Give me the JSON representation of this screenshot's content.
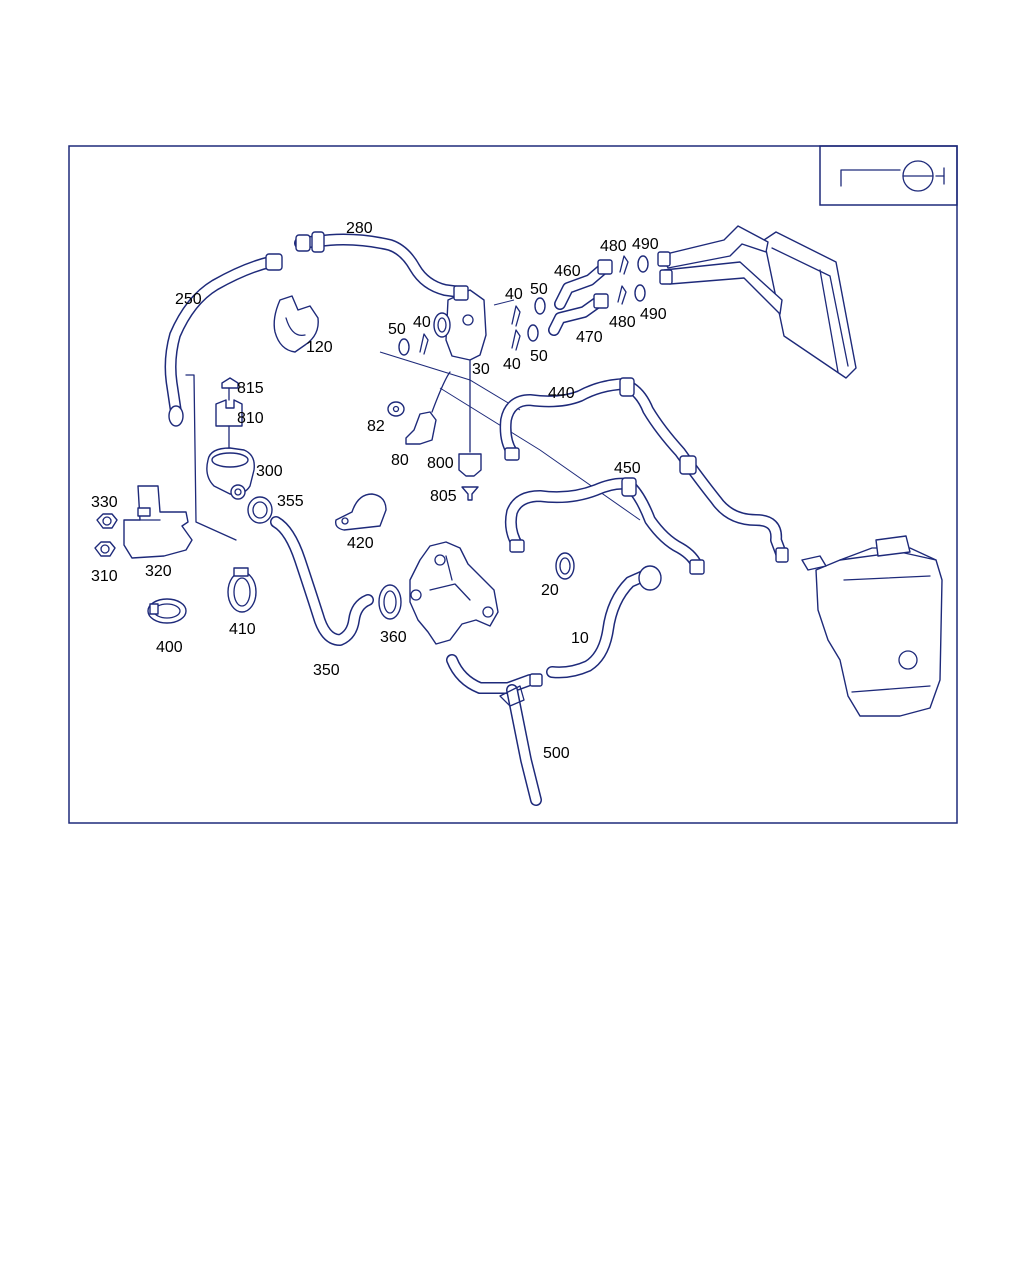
{
  "callouts": [
    {
      "id": "c280",
      "text": "280"
    },
    {
      "id": "c250",
      "text": "250"
    },
    {
      "id": "c120",
      "text": "120"
    },
    {
      "id": "c815",
      "text": "815"
    },
    {
      "id": "c810",
      "text": "810"
    },
    {
      "id": "c300",
      "text": "300"
    },
    {
      "id": "c355",
      "text": "355"
    },
    {
      "id": "c330",
      "text": "330"
    },
    {
      "id": "c310",
      "text": "310"
    },
    {
      "id": "c320",
      "text": "320"
    },
    {
      "id": "c400",
      "text": "400"
    },
    {
      "id": "c410",
      "text": "410"
    },
    {
      "id": "c350",
      "text": "350"
    },
    {
      "id": "c420",
      "text": "420"
    },
    {
      "id": "c360",
      "text": "360"
    },
    {
      "id": "c50a",
      "text": "50"
    },
    {
      "id": "c40a",
      "text": "40"
    },
    {
      "id": "c30",
      "text": "30"
    },
    {
      "id": "c82",
      "text": "82"
    },
    {
      "id": "c80",
      "text": "80"
    },
    {
      "id": "c800",
      "text": "800"
    },
    {
      "id": "c805",
      "text": "805"
    },
    {
      "id": "c40b",
      "text": "40"
    },
    {
      "id": "c50b",
      "text": "50"
    },
    {
      "id": "c40c",
      "text": "40"
    },
    {
      "id": "c50c",
      "text": "50"
    },
    {
      "id": "c460",
      "text": "460"
    },
    {
      "id": "c480a",
      "text": "480"
    },
    {
      "id": "c490a",
      "text": "490"
    },
    {
      "id": "c470",
      "text": "470"
    },
    {
      "id": "c480b",
      "text": "480"
    },
    {
      "id": "c490b",
      "text": "490"
    },
    {
      "id": "c440",
      "text": "440"
    },
    {
      "id": "c450",
      "text": "450"
    },
    {
      "id": "c20",
      "text": "20"
    },
    {
      "id": "c10",
      "text": "10"
    },
    {
      "id": "c500",
      "text": "500"
    }
  ]
}
